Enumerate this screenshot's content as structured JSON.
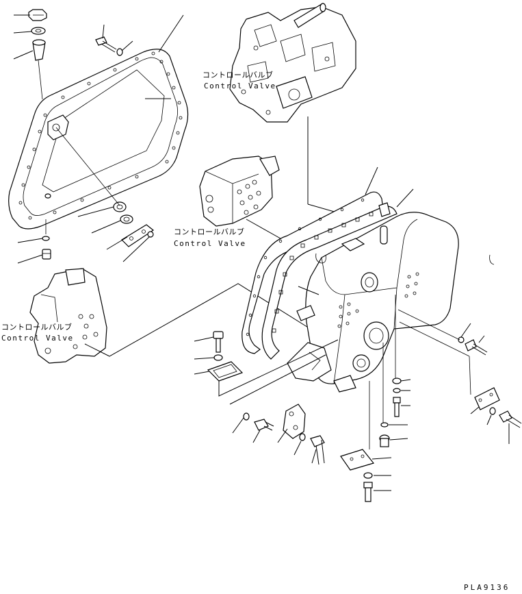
{
  "labels": {
    "valve_top": {
      "jp": "コントロールバルブ",
      "en": "Control Valve"
    },
    "valve_mid": {
      "jp": "コントロールバルブ",
      "en": "Control Valve"
    },
    "valve_left": {
      "jp": "コントロールバルブ",
      "en": "Control Valve"
    }
  },
  "drawing_code": "PLA9136"
}
